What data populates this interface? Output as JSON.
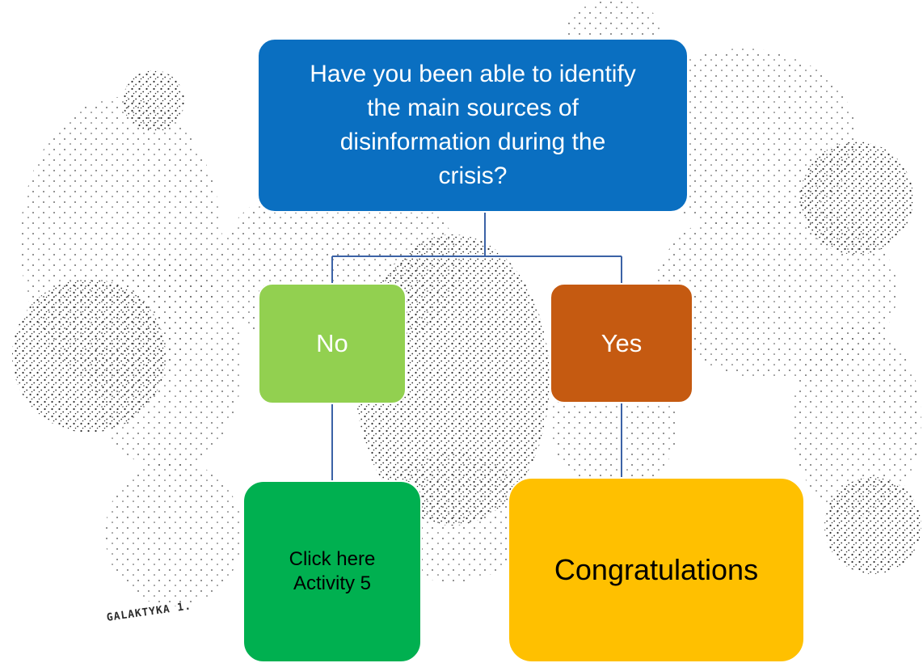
{
  "diagram": {
    "question": "Have you been able to identify the main sources of disinformation during the crisis?",
    "no_label": "No",
    "yes_label": "Yes",
    "no_outcome": "Click here Activity 5",
    "yes_outcome": "Congratulations"
  },
  "background": {
    "signature_text": "GALAKTYKA 1."
  },
  "colors": {
    "question": "#0a6fc1",
    "no": "#92d050",
    "yes": "#c55a11",
    "activity": "#00b050",
    "congratulations": "#ffc000",
    "connector": "#3b62a6"
  }
}
